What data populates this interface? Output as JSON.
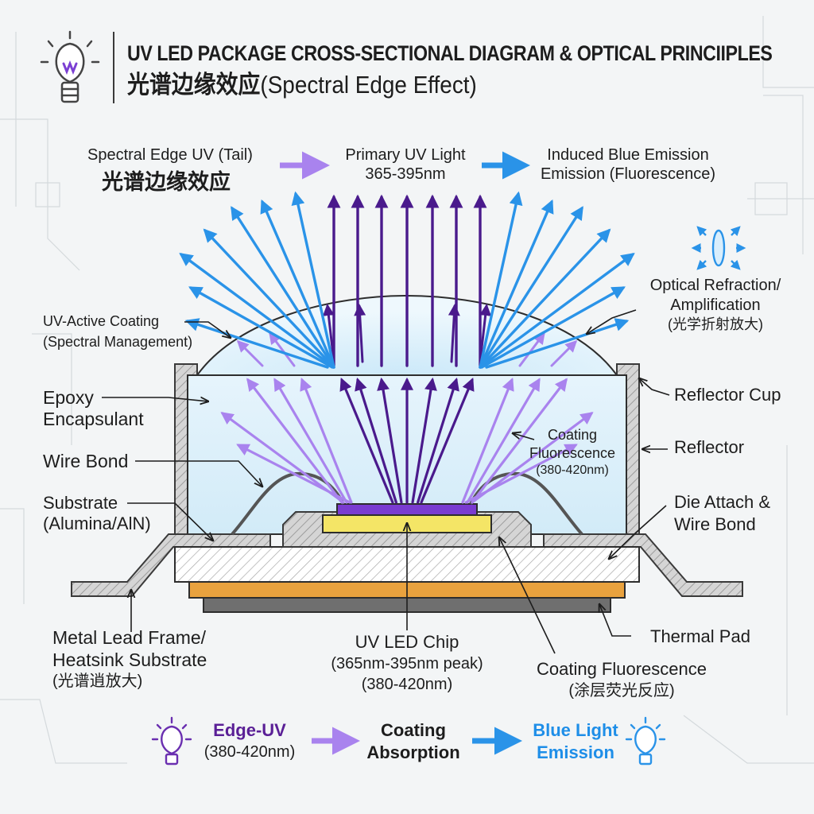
{
  "title": "UV LED PACKAGE CROSS-SECTIONAL DIAGRAM & OPTICAL PRINCIIPLES",
  "subtitle_zh": "光谱边缘效应",
  "subtitle_en": "(Spectral Edge Effect)",
  "legend_top": {
    "edge_uv_en": "Spectral Edge UV (Tail)",
    "edge_uv_zh": "光谱边缘效应",
    "primary_uv_line1": "Primary UV Light",
    "primary_uv_line2": "365-395nm",
    "blue_line1": "Induced Blue Emission",
    "blue_line2": "Emission (Fluorescence)"
  },
  "labels": {
    "uv_coating_line1": "UV-Active Coating",
    "uv_coating_line2": "(Spectral Management)",
    "epoxy_line1": "Epoxy",
    "epoxy_line2": "Encapsulant",
    "wire_bond": "Wire Bond",
    "substrate_line1": "Substrate",
    "substrate_line2": "(Alumina/AlN)",
    "lead_frame_line1": "Metal Lead Frame/",
    "lead_frame_line2": "Heatsink Substrate",
    "lead_frame_line3": "(光谱逍放大)",
    "uv_chip_line1": "UV LED Chip",
    "uv_chip_line2": "(365nm-395nm peak)",
    "uv_chip_line3": "(380-420nm)",
    "coating_fluor_bottom_line1": "Coating Fluorescence",
    "coating_fluor_bottom_line2": "(涂层荧光反应)",
    "thermal_pad": "Thermal Pad",
    "die_attach_line1": "Die Attach &",
    "die_attach_line2": "Wire Bond",
    "reflector": "Reflector",
    "reflector_cup": "Reflector Cup",
    "coating_fluor_inner_line1": "Coating",
    "coating_fluor_inner_line2": "Fluorescence",
    "coating_fluor_inner_line3": "(380-420nm)",
    "optical_line1": "Optical Refraction/",
    "optical_line2": "Amplification",
    "optical_line3": "(光学折射放大)"
  },
  "flow": {
    "step1_line1": "Edge-UV",
    "step1_line2": "(380-420nm)",
    "step2_line1": "Coating",
    "step2_line2": "Absorption",
    "step3_line1": "Blue Light",
    "step3_line2": "Emission"
  },
  "colors": {
    "primary_uv": "#4a1a8c",
    "edge_uv": "#a983ee",
    "blue_emission": "#2a93e8",
    "chip": "#7a3bd1",
    "die_attach": "#f4e566",
    "thermal_pad": "#e9a23e",
    "epoxy": "#dff1fb"
  },
  "icons": {
    "header": "lightbulb-icon",
    "flow_left": "lightbulb-icon",
    "flow_right": "lightbulb-icon",
    "refraction": "lens-refraction-icon"
  }
}
